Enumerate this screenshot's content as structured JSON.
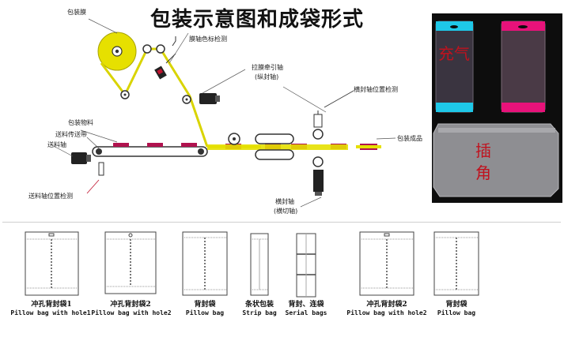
{
  "title": "包装示意图和成袋形式",
  "diagram": {
    "labels": {
      "film_roll": "包装膜",
      "color_mark": "膜轴色标检测",
      "pull_shaft": "拉膜牵引轴",
      "pull_shaft_sub": "(纵封轴)",
      "cross_seal_pos": "横封轴位置检测",
      "material": "包装物料",
      "conveyor": "送料传送带",
      "feed_shaft": "送料轴",
      "product": "包装成品",
      "feed_pos": "送料轴位置检测",
      "cross_seal": "横封轴",
      "cross_seal_sub": "(横切轴)"
    }
  },
  "photo": {
    "inflated_label": "充气",
    "gusset_label": "插角"
  },
  "bag_types": [
    {
      "cn": "冲孔背封袋1",
      "en": "Pillow bag with hole1"
    },
    {
      "cn": "冲孔背封袋2",
      "en": "Pillow bag with hole2"
    },
    {
      "cn": "背封袋",
      "en": "Pillow bag"
    },
    {
      "cn": "条状包装",
      "en": "Strip bag"
    },
    {
      "cn": "背封、连袋",
      "en": "Serial bags"
    },
    {
      "cn": "冲孔背封袋2",
      "en": "Pillow bag with hole2"
    },
    {
      "cn": "背封袋",
      "en": "Pillow bag"
    }
  ],
  "colors": {
    "film": "#e6e000",
    "product": "#b0124e",
    "cyan_band": "#1ec8e8",
    "pink_band": "#e8127a"
  }
}
